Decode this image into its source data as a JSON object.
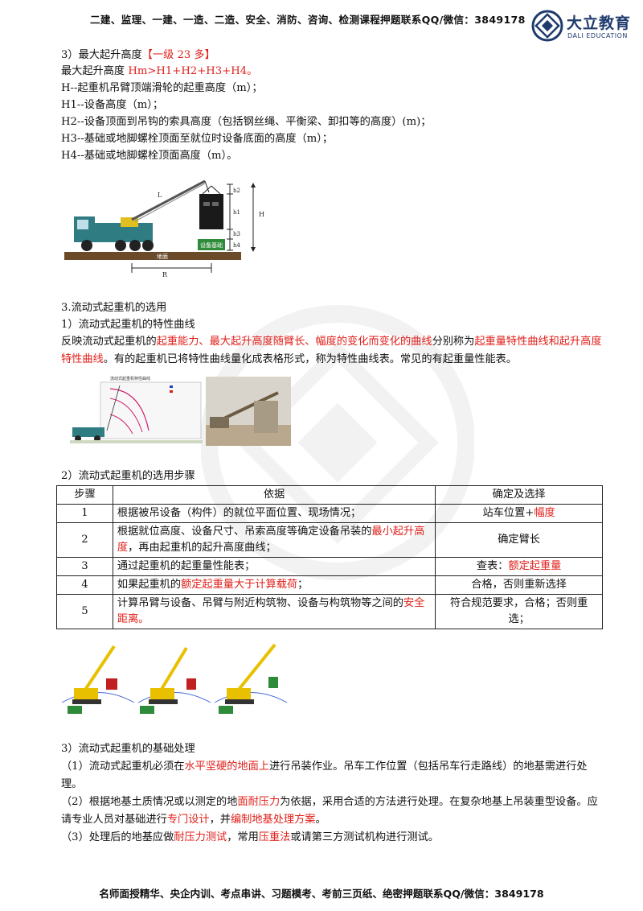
{
  "header": {
    "text": "二建、监理、一建、一造、二造、安全、消防、咨询、检测课程押题联系QQ/微信：3849178",
    "logo_cn": "大立教育",
    "logo_en": "DALI EDUCATION",
    "brand_color": "#1f3b6d"
  },
  "section_height": {
    "title_prefix": "3）最大起升高度",
    "title_badge": "【一级 23 多】",
    "formula_label": "最大起升高度 ",
    "formula": "Hm>H1+H2+H3+H4。",
    "defs": [
      "H--起重机吊臂顶端滑轮的起重高度（m）；",
      "H1--设备高度（m）；",
      "H2--设备顶面到吊钩的索具高度（包括钢丝绳、平衡梁、卸扣等的高度）(m)；",
      "H3--基础或地脚螺栓顶面至就位时设备底面的高度（m）；",
      "H4--基础或地脚螺栓顶面高度（m）。"
    ],
    "figure_labels": {
      "L": "L",
      "h2": "h2",
      "h1": "h1",
      "h3": "h3",
      "h4": "h4",
      "H": "H",
      "ground": "地面",
      "base": "设备基础",
      "R": "R"
    }
  },
  "section_mobile": {
    "title": "3.流动式起重机的选用",
    "sub1": "1）流动式起重机的特性曲线",
    "p1_a": "反映流动式起重机的",
    "p1_b": "起重能力、最大起升高度随臂长、幅度的变化而变化的曲线",
    "p1_c": "分别称为",
    "p1_d": "起重量特性曲线和起升高度特性曲线",
    "p1_e": "。有的起重机已将特性曲线量化成表格形式，称为特性曲线表。常见的有起重量性能表。",
    "chart_caption": "流动式起重机特性曲线",
    "sub2": "2）流动式起重机的选用步骤"
  },
  "table": {
    "headers": [
      "步骤",
      "依据",
      "确定及选择"
    ],
    "rows": [
      {
        "step": "1",
        "basis": [
          {
            "t": "根据被吊设备（构件）的就位平面位置、现场情况；",
            "r": false
          }
        ],
        "choice": [
          {
            "t": "站车位置+",
            "r": false
          },
          {
            "t": "幅度",
            "r": true
          }
        ]
      },
      {
        "step": "2",
        "basis": [
          {
            "t": "根据就位高度、设备尺寸、吊索高度等确定设备吊装的",
            "r": false
          },
          {
            "t": "最小起升高度",
            "r": true
          },
          {
            "t": "，再由起重机的起升高度曲线；",
            "r": false
          }
        ],
        "choice": [
          {
            "t": "确定臂长",
            "r": false
          }
        ]
      },
      {
        "step": "3",
        "basis": [
          {
            "t": "通过起重机的起重量性能表；",
            "r": false
          }
        ],
        "choice": [
          {
            "t": "查表：",
            "r": false
          },
          {
            "t": "额定起重量",
            "r": true
          }
        ]
      },
      {
        "step": "4",
        "basis": [
          {
            "t": "如果起重机的",
            "r": false
          },
          {
            "t": "额定起重量大于计算载荷",
            "r": true
          },
          {
            "t": "；",
            "r": false
          }
        ],
        "choice": [
          {
            "t": "合格，否则重新选择",
            "r": false
          }
        ]
      },
      {
        "step": "5",
        "basis": [
          {
            "t": "计算吊臂与设备、吊臂与附近构筑物、设备与构筑物等之间的",
            "r": false
          },
          {
            "t": "安全距离。",
            "r": true
          }
        ],
        "choice": [
          {
            "t": "符合规范要求，合格；否则重选；",
            "r": false
          }
        ]
      }
    ]
  },
  "section_foundation": {
    "title": "3）流动式起重机的基础处理",
    "p1_a": "（1）流动式起重机必须在",
    "p1_b": "水平坚硬的地面上",
    "p1_c": "进行吊装作业。吊车工作位置（包括吊车行走路线）的地基需进行处理。",
    "p2_a": "（2）根据地基土质情况或以测定的地",
    "p2_b": "面耐压力",
    "p2_c": "为依据，采用合适的方法进行处理。在复杂地基上吊装重型设备。应请专业人员对基础进行",
    "p2_d": "专门设计",
    "p2_e": "，并",
    "p2_f": "编制地基处理方案",
    "p2_g": "。",
    "p3_a": "（3）处理后的地基应做",
    "p3_b": "耐压力测试",
    "p3_c": "，常用",
    "p3_d": "压重法",
    "p3_e": "或请第三方测试机构进行测试。"
  },
  "footer": {
    "text": "名师面授精华、央企内训、考点串讲、习题模考、考前三页纸、绝密押题联系QQ/微信：3849178"
  },
  "colors": {
    "highlight": "#e0201b",
    "text": "#111111"
  }
}
